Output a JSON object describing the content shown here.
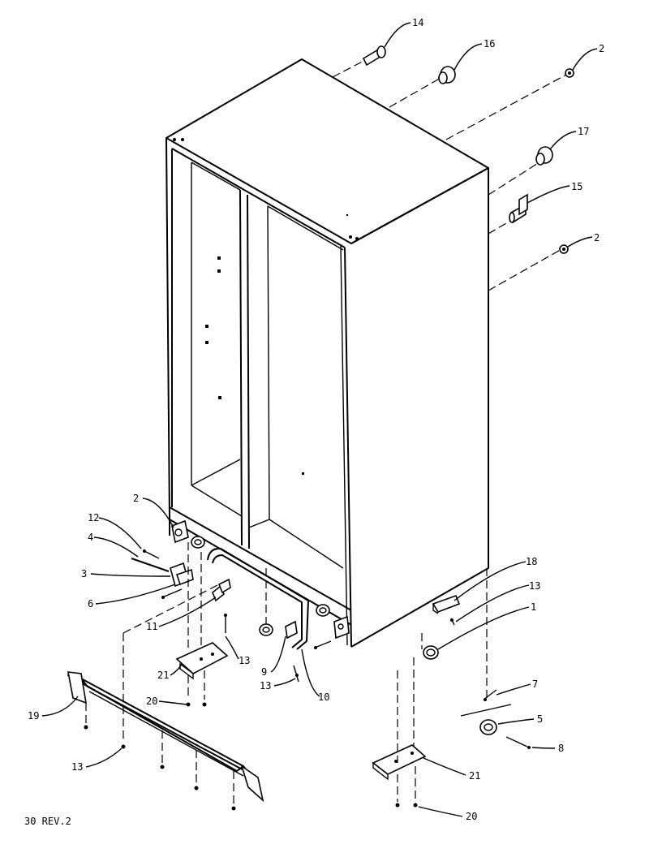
{
  "diagram": {
    "footer_code": "30 REV.2",
    "callouts": [
      {
        "id": "c14",
        "text": "14"
      },
      {
        "id": "c16",
        "text": "16"
      },
      {
        "id": "c2a",
        "text": "2"
      },
      {
        "id": "c17",
        "text": "17"
      },
      {
        "id": "c15",
        "text": "15"
      },
      {
        "id": "c2b",
        "text": "2"
      },
      {
        "id": "c2c",
        "text": "2"
      },
      {
        "id": "c12",
        "text": "12"
      },
      {
        "id": "c4",
        "text": "4"
      },
      {
        "id": "c3",
        "text": "3"
      },
      {
        "id": "c6",
        "text": "6"
      },
      {
        "id": "c11",
        "text": "11"
      },
      {
        "id": "c13a",
        "text": "13"
      },
      {
        "id": "c21a",
        "text": "21"
      },
      {
        "id": "c20a",
        "text": "20"
      },
      {
        "id": "c9",
        "text": "9"
      },
      {
        "id": "c13b",
        "text": "13"
      },
      {
        "id": "c10",
        "text": "10"
      },
      {
        "id": "c18",
        "text": "18"
      },
      {
        "id": "c13c",
        "text": "13"
      },
      {
        "id": "c1",
        "text": "1"
      },
      {
        "id": "c7",
        "text": "7"
      },
      {
        "id": "c5",
        "text": "5"
      },
      {
        "id": "c8",
        "text": "8"
      },
      {
        "id": "c19",
        "text": "19"
      },
      {
        "id": "c13d",
        "text": "13"
      },
      {
        "id": "c21b",
        "text": "21"
      },
      {
        "id": "c20b",
        "text": "20"
      }
    ]
  }
}
